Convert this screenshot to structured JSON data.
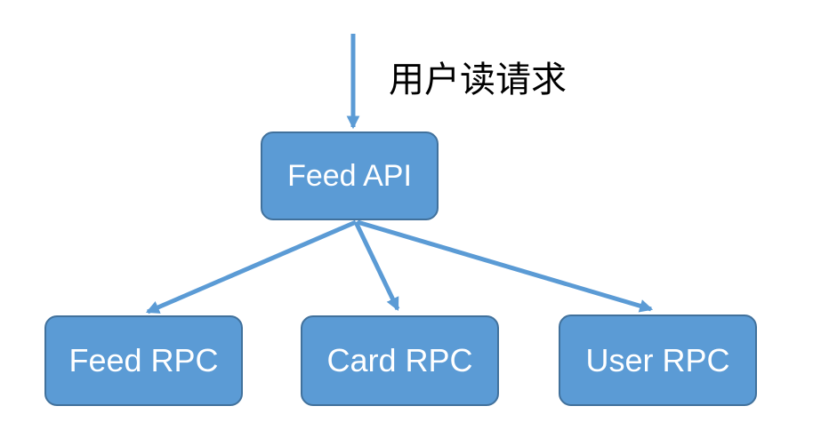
{
  "annotation": {
    "label": "用户读请求"
  },
  "nodes": [
    {
      "id": "feed-api",
      "label": "Feed API"
    },
    {
      "id": "feed-rpc",
      "label": "Feed RPC"
    },
    {
      "id": "card-rpc",
      "label": "Card RPC"
    },
    {
      "id": "user-rpc",
      "label": "User RPC"
    }
  ],
  "edges": [
    {
      "from": "user-read-request",
      "to": "feed-api"
    },
    {
      "from": "feed-api",
      "to": "feed-rpc"
    },
    {
      "from": "feed-api",
      "to": "card-rpc"
    },
    {
      "from": "feed-api",
      "to": "user-rpc"
    }
  ],
  "colors": {
    "node_fill": "#5b9bd5",
    "node_border": "#41719c",
    "arrow": "#5b9bd5",
    "node_text": "#ffffff",
    "annotation_text": "#000000",
    "background": "#ffffff"
  }
}
